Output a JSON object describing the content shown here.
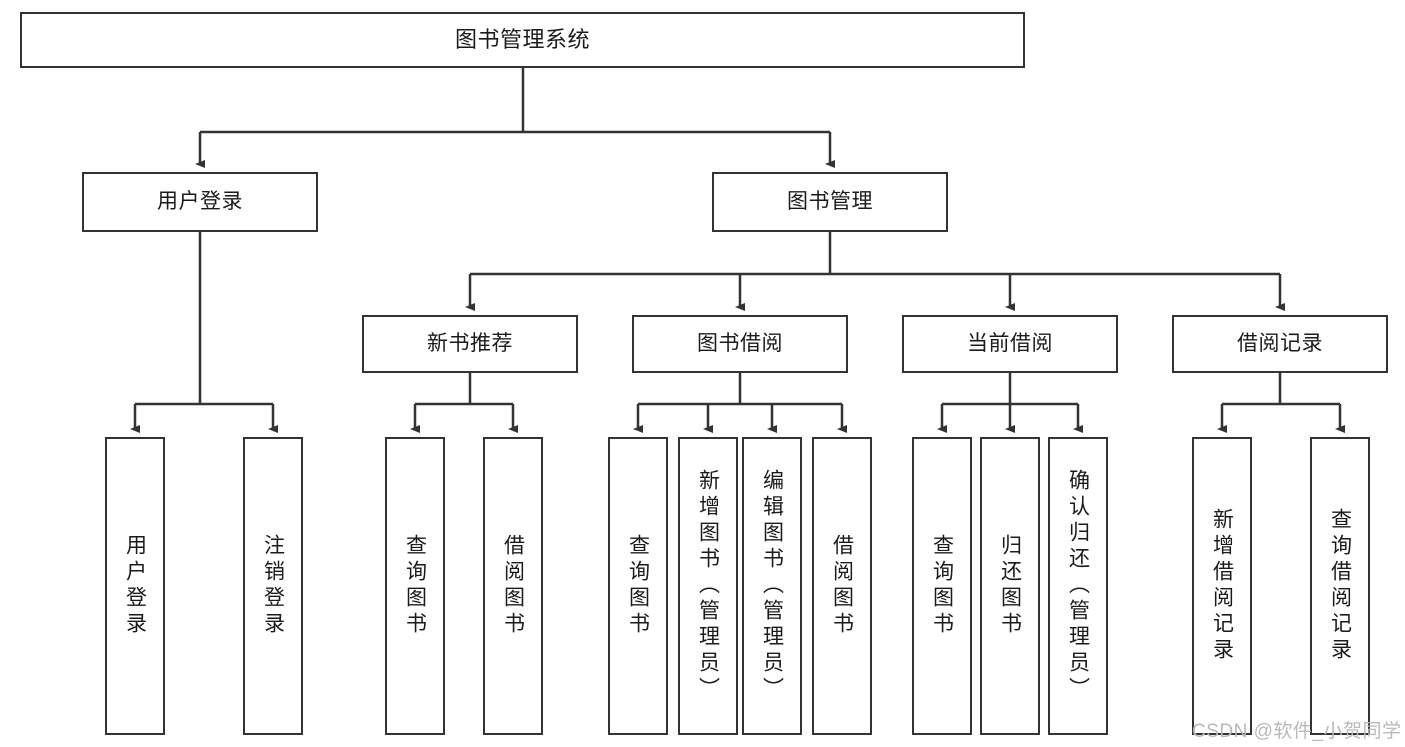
{
  "diagram": {
    "title": "图书管理系统",
    "root": {
      "label": "图书管理系统"
    },
    "level2": [
      {
        "label": "用户登录"
      },
      {
        "label": "图书管理"
      }
    ],
    "level3": [
      {
        "label": "新书推荐"
      },
      {
        "label": "图书借阅"
      },
      {
        "label": "当前借阅"
      },
      {
        "label": "借阅记录"
      }
    ],
    "leaves": {
      "user_login": [
        {
          "label": "用户登录"
        },
        {
          "label": "注销登录"
        }
      ],
      "new_book_recommend": [
        {
          "label": "查询图书"
        },
        {
          "label": "借阅图书"
        }
      ],
      "book_borrow": [
        {
          "label": "查询图书"
        },
        {
          "label": "新增图书（管理员）"
        },
        {
          "label": "编辑图书（管理员）"
        },
        {
          "label": "借阅图书"
        }
      ],
      "current_borrow": [
        {
          "label": "查询图书"
        },
        {
          "label": "归还图书"
        },
        {
          "label": "确认归还（管理员）"
        }
      ],
      "borrow_record": [
        {
          "label": "新增借阅记录"
        },
        {
          "label": "查询借阅记录"
        }
      ]
    }
  },
  "watermark": {
    "text": "CSDN @软件_小贺同学"
  },
  "colors": {
    "stroke": "#333333",
    "fill": "#ffffff",
    "text": "#1b1b1b",
    "watermark": "#b9b9b9"
  }
}
